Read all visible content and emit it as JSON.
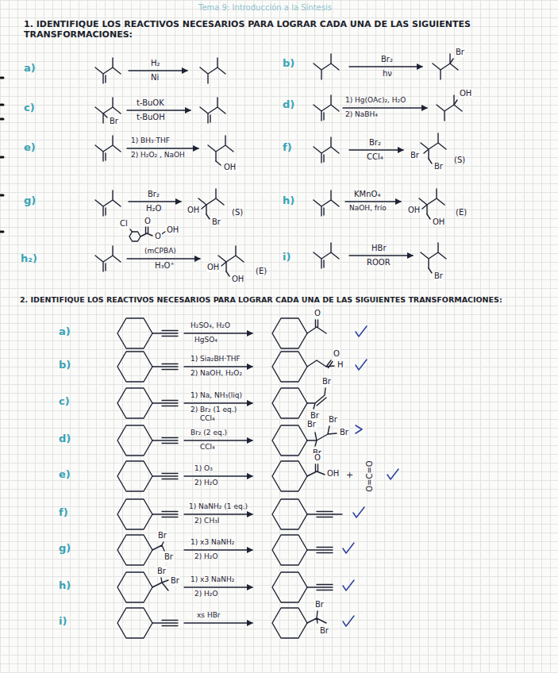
{
  "diagram": {
    "title": "Tema 9: Introducción a la Síntesis",
    "labels": [
      "1. IDENTIFIQUE LOS REACTIVOS NECESARIOS PARA LOGRAR CADA UNA DE LAS SIGUIENTES TRANSFORMACIONES:",
      "a)",
      "H₂",
      "Ni",
      "b)",
      "Br₂",
      "hν",
      "Br",
      "c)",
      "Br",
      "t-BuOK",
      "t-BuOH",
      "d)",
      "1) Hg(OAc)₂, H₂O",
      "2) NaBH₄",
      "OH",
      "e)",
      "1) BH₃·THF",
      "2) H₂O₂ , NaOH",
      "OH",
      "f)",
      "Br₂",
      "CCl₄",
      "Br",
      "Br",
      "(S)",
      "g)",
      "Br₂",
      "H₂O",
      "OH",
      "Br",
      "(S)",
      "h)",
      "KMnO₄",
      "NaOH, frío",
      "OH",
      "OH",
      "(E)",
      "h₂)",
      "Cl",
      "O",
      "O",
      "OH",
      "(mCPBA)",
      "H₃O⁺",
      "OH",
      "OH",
      "(E)",
      "i)",
      "HBr",
      "ROOR",
      "Br",
      "2. IDENTIFIQUE LOS REACTIVOS NECESARIOS PARA LOGRAR CADA UNA DE LAS SIGUIENTES TRANSFORMACIONES:",
      "a)",
      "H₂SO₄, H₂O",
      "HgSO₄",
      "O",
      "b)",
      "1) Sia₂BH·THF",
      "2) NaOH, H₂O₂",
      "O",
      "H",
      "c)",
      "1) Na, NH₃(liq)",
      "2) Br₂ (1 eq.)",
      "CCl₄",
      "Br",
      "Br",
      "d)",
      "Br₂ (2 eq.)",
      "CCl₄",
      "Br",
      "Br",
      "Br",
      "Br",
      "e)",
      "1) O₃",
      "2) H₂O",
      "O",
      "OH",
      "+",
      "O=C=O",
      "f)",
      "1) NaNH₂ (1 eq.)",
      "2) CH₃I",
      "g)",
      "Br",
      "Br",
      "1) x3 NaNH₂",
      "2) H₂O",
      "h)",
      "Br",
      "Br",
      "1) x3 NaNH₂",
      "2) H₂O",
      "i)",
      "xs HBr",
      "Br",
      "Br"
    ]
  }
}
